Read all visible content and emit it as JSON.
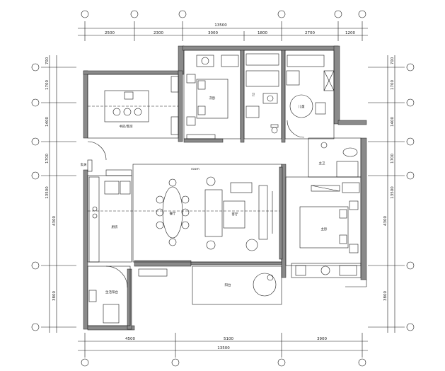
{
  "dimensions": {
    "top_total": "13500",
    "top_segments": [
      "2500",
      "2300",
      "3000",
      "1800",
      "2700",
      "1200"
    ],
    "bottom_total": "13500",
    "bottom_segments": [
      "4500",
      "5100",
      "3900"
    ],
    "left_total": "13500",
    "left_segments": [
      "700",
      "1700",
      "1400",
      "1700",
      "4300",
      "3800"
    ],
    "right_total": "13500",
    "right_segments": [
      "700",
      "1700",
      "1400",
      "1700",
      "4300",
      "3800"
    ]
  },
  "rooms": {
    "study": "书房/客房",
    "living": "room",
    "second_bedroom": "次卧",
    "bath": "卫",
    "kids_room": "儿童",
    "master_bath": "主卫",
    "kitchen": "厨房",
    "dining": "餐厅",
    "living_zone": "客厅",
    "master_bedroom": "主卧",
    "balcony": "阳台",
    "laundry": "生活阳台",
    "entry": "玄关"
  },
  "colors": {
    "wall": "#8a8a8a",
    "line": "#1a1a1a"
  }
}
